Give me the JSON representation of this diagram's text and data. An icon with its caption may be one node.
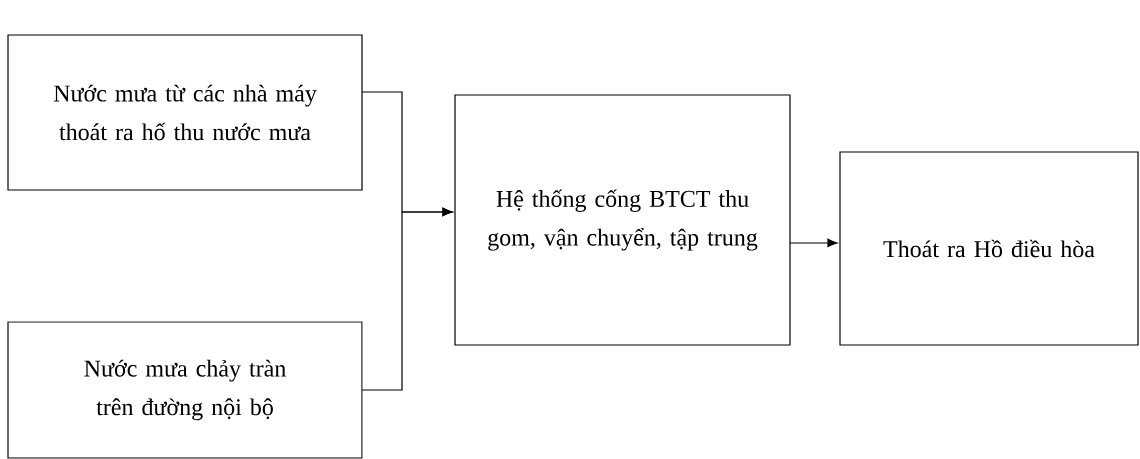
{
  "diagram": {
    "nodes": [
      {
        "text": [
          "Nước mưa từ các nhà máy thoát ra hố thu nước mưa"
        ]
      },
      {
        "text": [
          "Nước mưa chảy tràn trên đường nội bộ"
        ]
      },
      {
        "text": [
          "Hệ thống cống BTCT thu gom, vận chuyển, tập trung"
        ]
      },
      {
        "text": [
          "Thoát ra Hồ điều hòa"
        ]
      }
    ],
    "edges": [
      {
        "from": 0,
        "to": 2,
        "arrow": "to"
      },
      {
        "from": 1,
        "to": 2,
        "arrow": "to"
      },
      {
        "from": 2,
        "to": 3,
        "arrow": "to"
      }
    ]
  }
}
